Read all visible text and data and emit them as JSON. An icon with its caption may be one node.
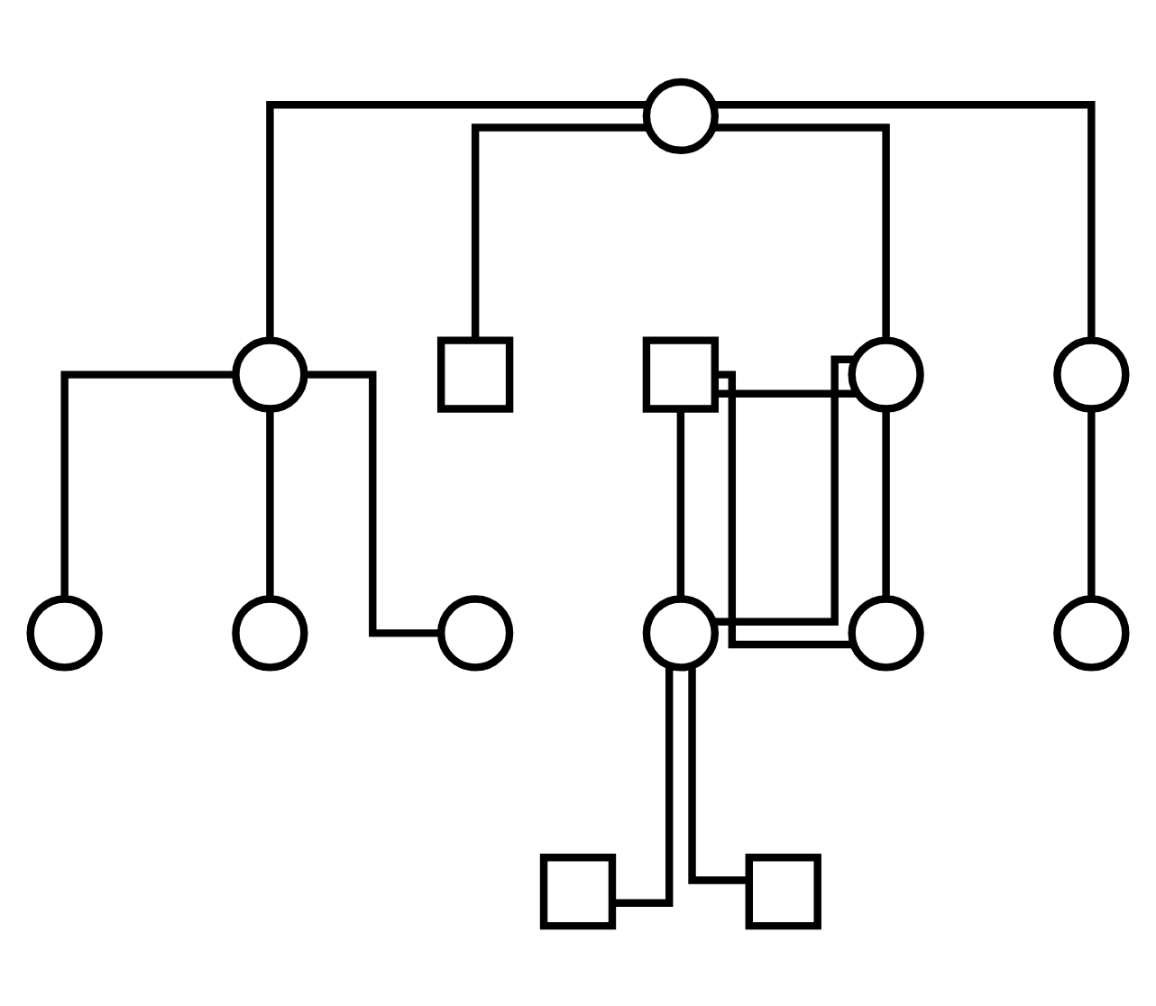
{
  "diagram": {
    "nodes": [
      {
        "text": [],
        "shape": "circle"
      },
      {
        "text": [],
        "shape": "circle"
      },
      {
        "text": [],
        "shape": "box"
      },
      {
        "text": [],
        "shape": "box"
      },
      {
        "text": [],
        "shape": "circle"
      },
      {
        "text": [],
        "shape": "circle"
      },
      {
        "text": [],
        "shape": "circle"
      },
      {
        "text": [],
        "shape": "circle"
      },
      {
        "text": [],
        "shape": "circle"
      },
      {
        "text": [],
        "shape": "circle"
      },
      {
        "text": [],
        "shape": "circle"
      },
      {
        "text": [],
        "shape": "circle"
      },
      {
        "text": [],
        "shape": "box"
      },
      {
        "text": [],
        "shape": "box"
      }
    ],
    "edges": [
      {
        "from": 0,
        "to": 1,
        "arrow": "none"
      },
      {
        "from": 0,
        "to": 2,
        "arrow": "none"
      },
      {
        "from": 0,
        "to": 4,
        "arrow": "none"
      },
      {
        "from": 0,
        "to": 5,
        "arrow": "none"
      },
      {
        "from": 3,
        "to": 4,
        "arrow": "none"
      },
      {
        "from": 1,
        "to": 6,
        "arrow": "none"
      },
      {
        "from": 1,
        "to": 7,
        "arrow": "none"
      },
      {
        "from": 1,
        "to": 8,
        "arrow": "none"
      },
      {
        "from": 3,
        "to": 9,
        "arrow": "none"
      },
      {
        "from": 3,
        "to": 10,
        "arrow": "none"
      },
      {
        "from": 4,
        "to": 9,
        "arrow": "none"
      },
      {
        "from": 4,
        "to": 10,
        "arrow": "none"
      },
      {
        "from": 5,
        "to": 11,
        "arrow": "none"
      },
      {
        "from": 9,
        "to": 12,
        "arrow": "none"
      },
      {
        "from": 9,
        "to": 13,
        "arrow": "none"
      }
    ]
  }
}
